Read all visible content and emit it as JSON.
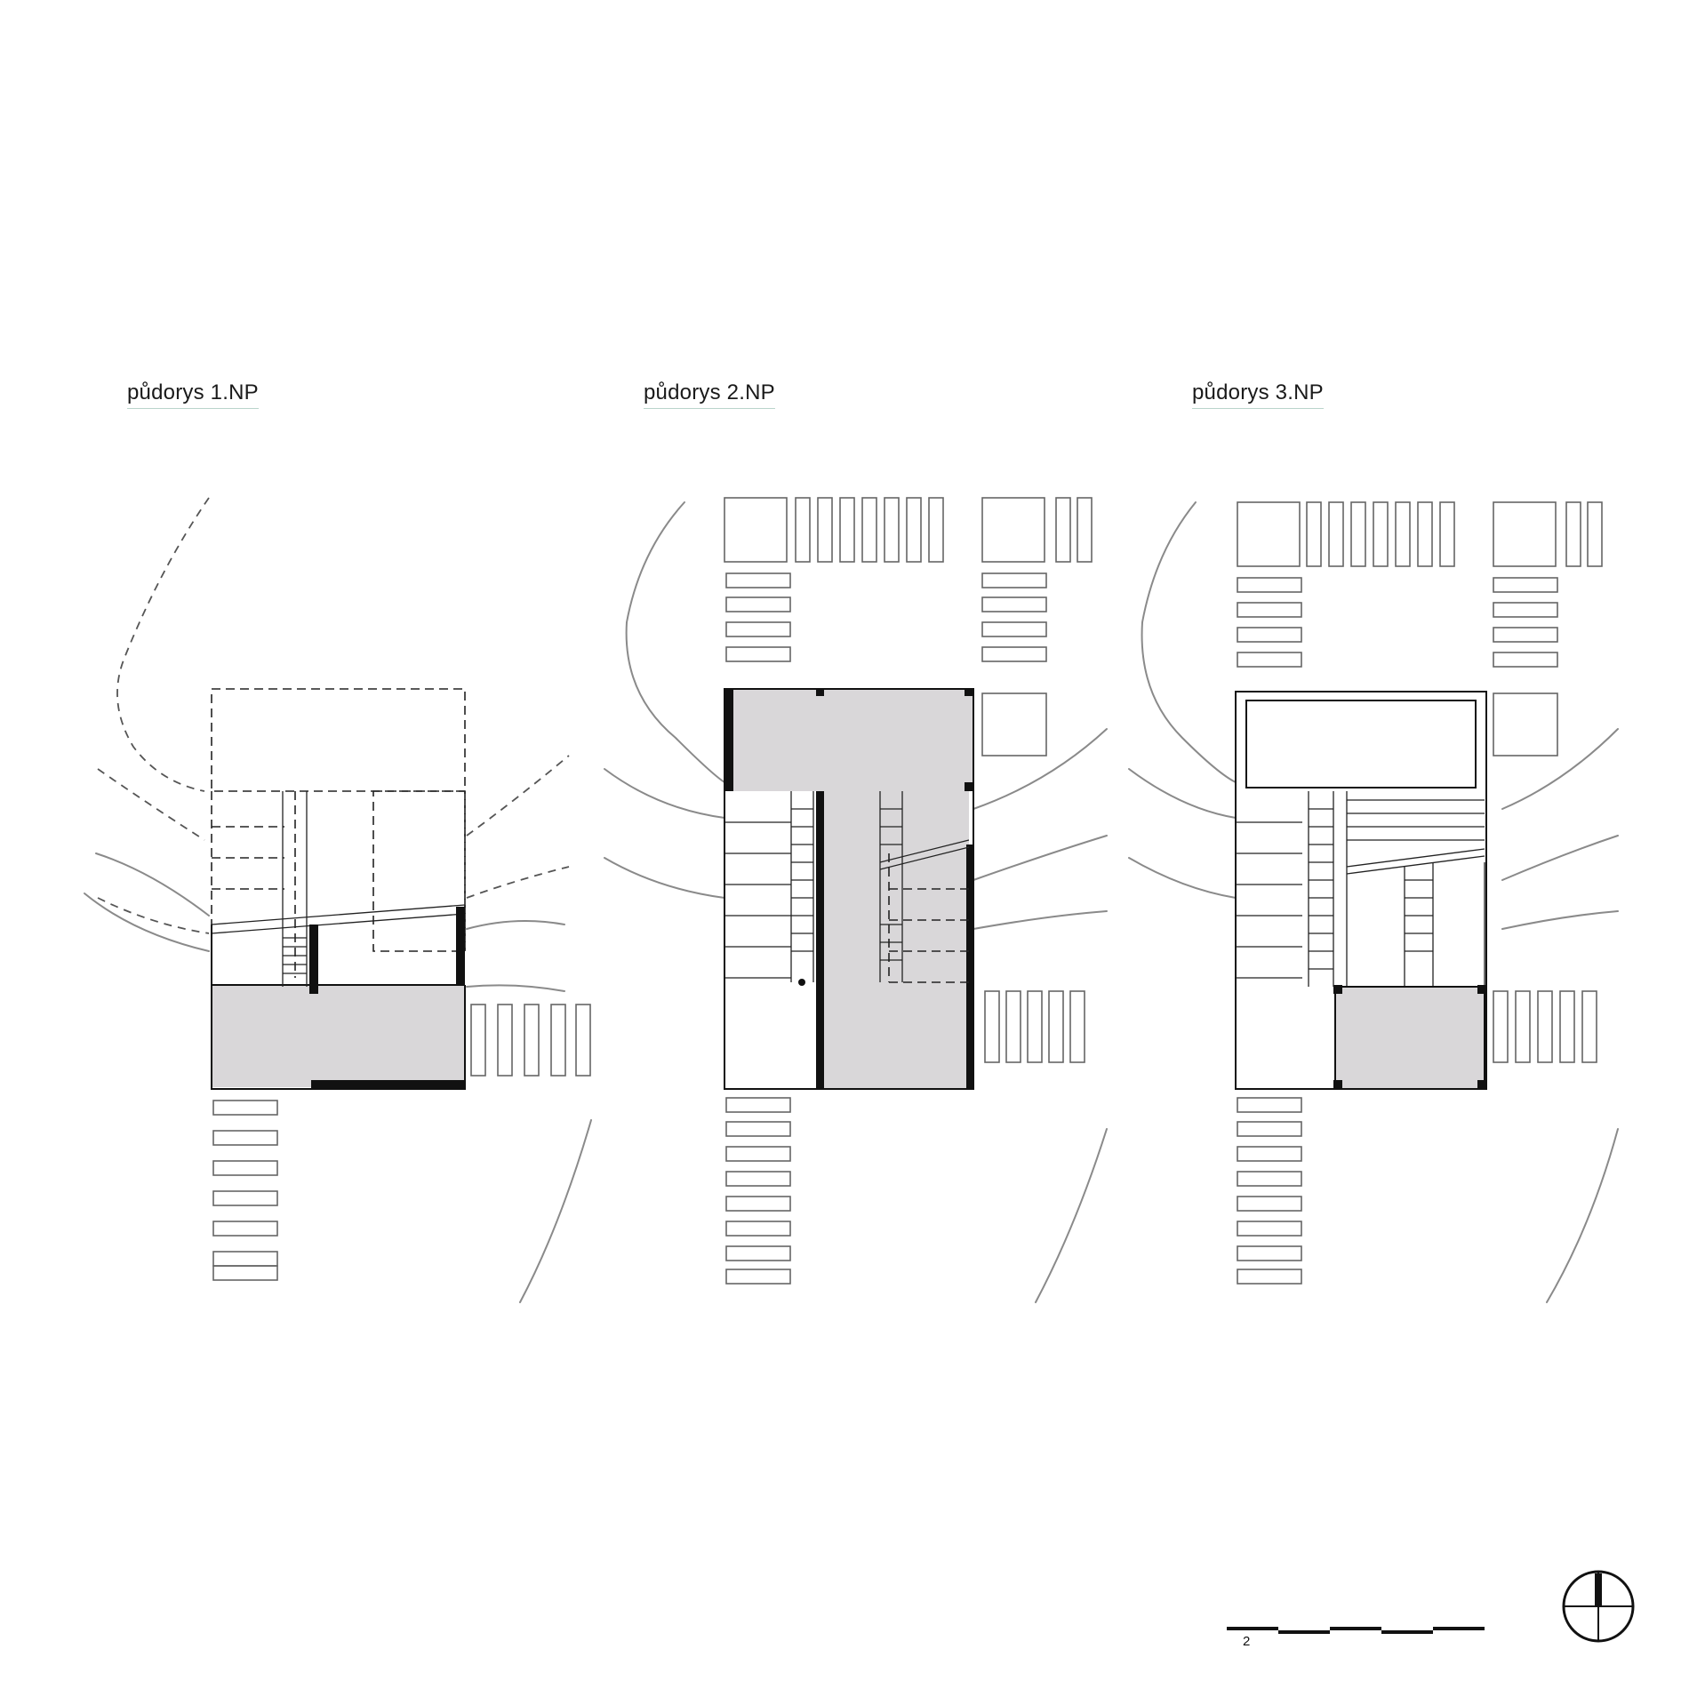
{
  "plans": [
    {
      "title": "půdorys 1.NP"
    },
    {
      "title": "půdorys 2.NP"
    },
    {
      "title": "půdorys 3.NP"
    }
  ],
  "scale_bar": {
    "label": "2"
  },
  "north_arrow": {
    "icon": "north-arrow-icon"
  },
  "colors": {
    "floor_fill": "#d9d7d9",
    "wall": "#111111",
    "contour": "#8a8a8a"
  }
}
